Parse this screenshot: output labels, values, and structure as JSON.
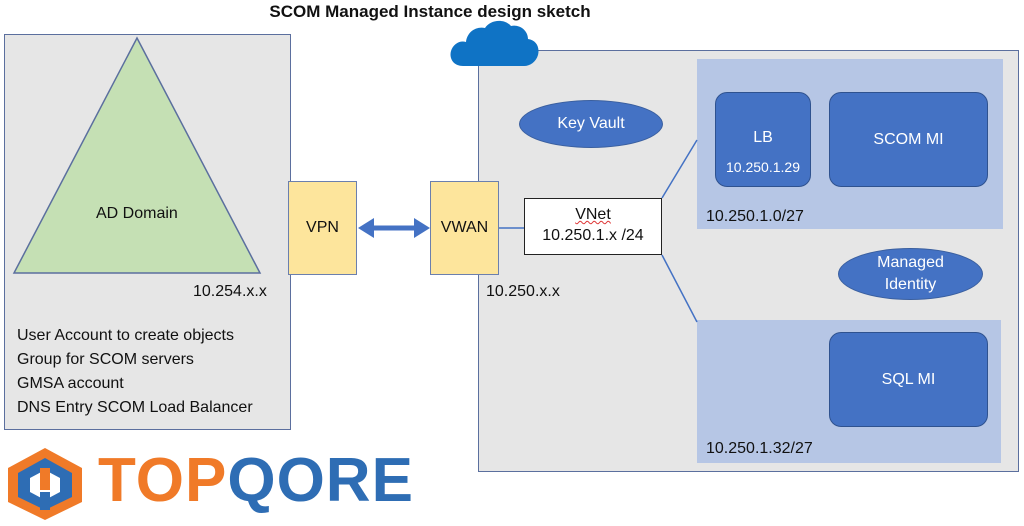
{
  "title": "SCOM Managed Instance design sketch",
  "left_panel": {
    "triangle_label": "AD Domain",
    "address": "10.254.x.x",
    "items": [
      "User Account to create objects",
      "Group for SCOM servers",
      "GMSA account",
      "DNS Entry SCOM Load Balancer"
    ]
  },
  "vpn": {
    "label": "VPN"
  },
  "vwan": {
    "label": "VWAN",
    "address": "10.250.x.x"
  },
  "vnet": {
    "line1": "VNet",
    "line2": "10.250.1.x /24"
  },
  "key_vault": {
    "label": "Key Vault"
  },
  "managed_identity": {
    "line1": "Managed",
    "line2": "Identity"
  },
  "subnet1": {
    "lb_label": "LB",
    "lb_ip": "10.250.1.29",
    "scom_label": "SCOM MI",
    "cidr": "10.250.1.0/27"
  },
  "subnet2": {
    "sql_label": "SQL MI",
    "cidr": "10.250.1.32/27"
  },
  "logo": {
    "text_part1": "TOP",
    "text_part2": "QORE"
  },
  "colors": {
    "blue_node": "#4472c4",
    "subnet_fill": "#b6c6e5",
    "yellow_box": "#fde59c",
    "triangle": "#c5e0b4",
    "cloud": "#0f73c5",
    "logo_orange": "#f07a28",
    "logo_blue": "#2e6db4"
  }
}
